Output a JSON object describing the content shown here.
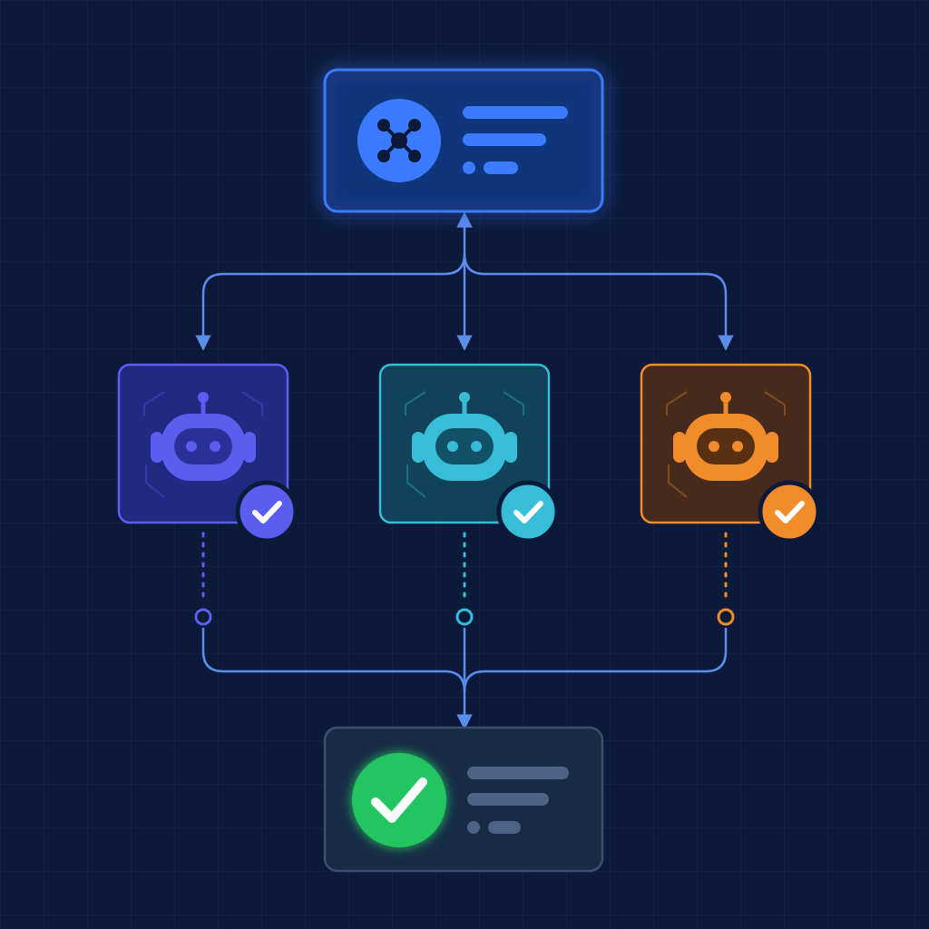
{
  "colors": {
    "background": "#0c1a3a",
    "grid": "#16284f",
    "connector": "#5b8def",
    "orchestrator_border": "#3b7bff",
    "orchestrator_fill": "#123a8c",
    "orchestrator_bar": "#3a7bff",
    "result_border": "#3c4f72",
    "result_fill": "#1a2d47",
    "result_bar": "#4d6285",
    "success": "#22c55e"
  },
  "orchestrator": {
    "icon": "network-hub-icon"
  },
  "agents": [
    {
      "id": "a",
      "icon": "robot-icon",
      "status_icon": "check-icon",
      "status": "complete",
      "color": "#5b5cf0",
      "dark": "#2a2f9a"
    },
    {
      "id": "b",
      "icon": "robot-icon",
      "status_icon": "check-icon",
      "status": "complete",
      "color": "#38bdd8",
      "dark": "#125266"
    },
    {
      "id": "c",
      "icon": "robot-icon",
      "status_icon": "check-icon",
      "status": "complete",
      "color": "#f28c2a",
      "dark": "#5a3012"
    }
  ],
  "result": {
    "icon": "check-circle-icon",
    "status": "success"
  }
}
